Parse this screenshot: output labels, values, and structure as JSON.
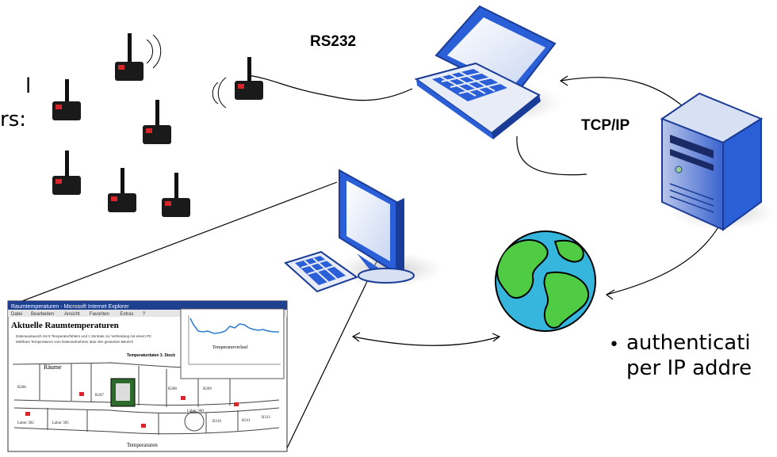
{
  "labels": {
    "rs232": "RS232",
    "tcpip": "TCP/IP",
    "left_line1": "l",
    "left_line2": "rs:",
    "bullet": "•",
    "auth_line1": "authenticati",
    "auth_line2": "per IP addre"
  },
  "screenshot": {
    "window_title": "Raumtemperaturen - Microsoft Internet Explorer",
    "menu": [
      "Datei",
      "Bearbeiten",
      "Ansicht",
      "Favoriten",
      "Extras",
      "?"
    ],
    "heading": "Aktuelle Raumtemperaturen",
    "bullet1": "Datenaustausch mit 9 Temperaturfühlern und 1 Zentrale zur Verbindung mit einem PC",
    "bullet2": "Meßbare Temperaturen vom Datenaufnehmer über den gesamten Bereich",
    "floor_label": "Temperaturdaten 3. Stock",
    "chart_title": "Temperaturverlauf",
    "rooms_label": "Räume",
    "temps_label": "Temperaturen",
    "room_labels": [
      "R206",
      "Labor 302",
      "Labor 305",
      "R207",
      "R208",
      "R209",
      "Labor 300",
      "R310",
      "R311",
      "R312"
    ]
  },
  "colors": {
    "device_blue": "#2a5fd8",
    "device_light": "#e8ecf6",
    "globe_ocean": "#36b6dc",
    "globe_land": "#4fcc44",
    "sensor_body": "#1a1a1a",
    "sensor_red": "#d8242a",
    "chart_line": "#2a7ad0"
  }
}
